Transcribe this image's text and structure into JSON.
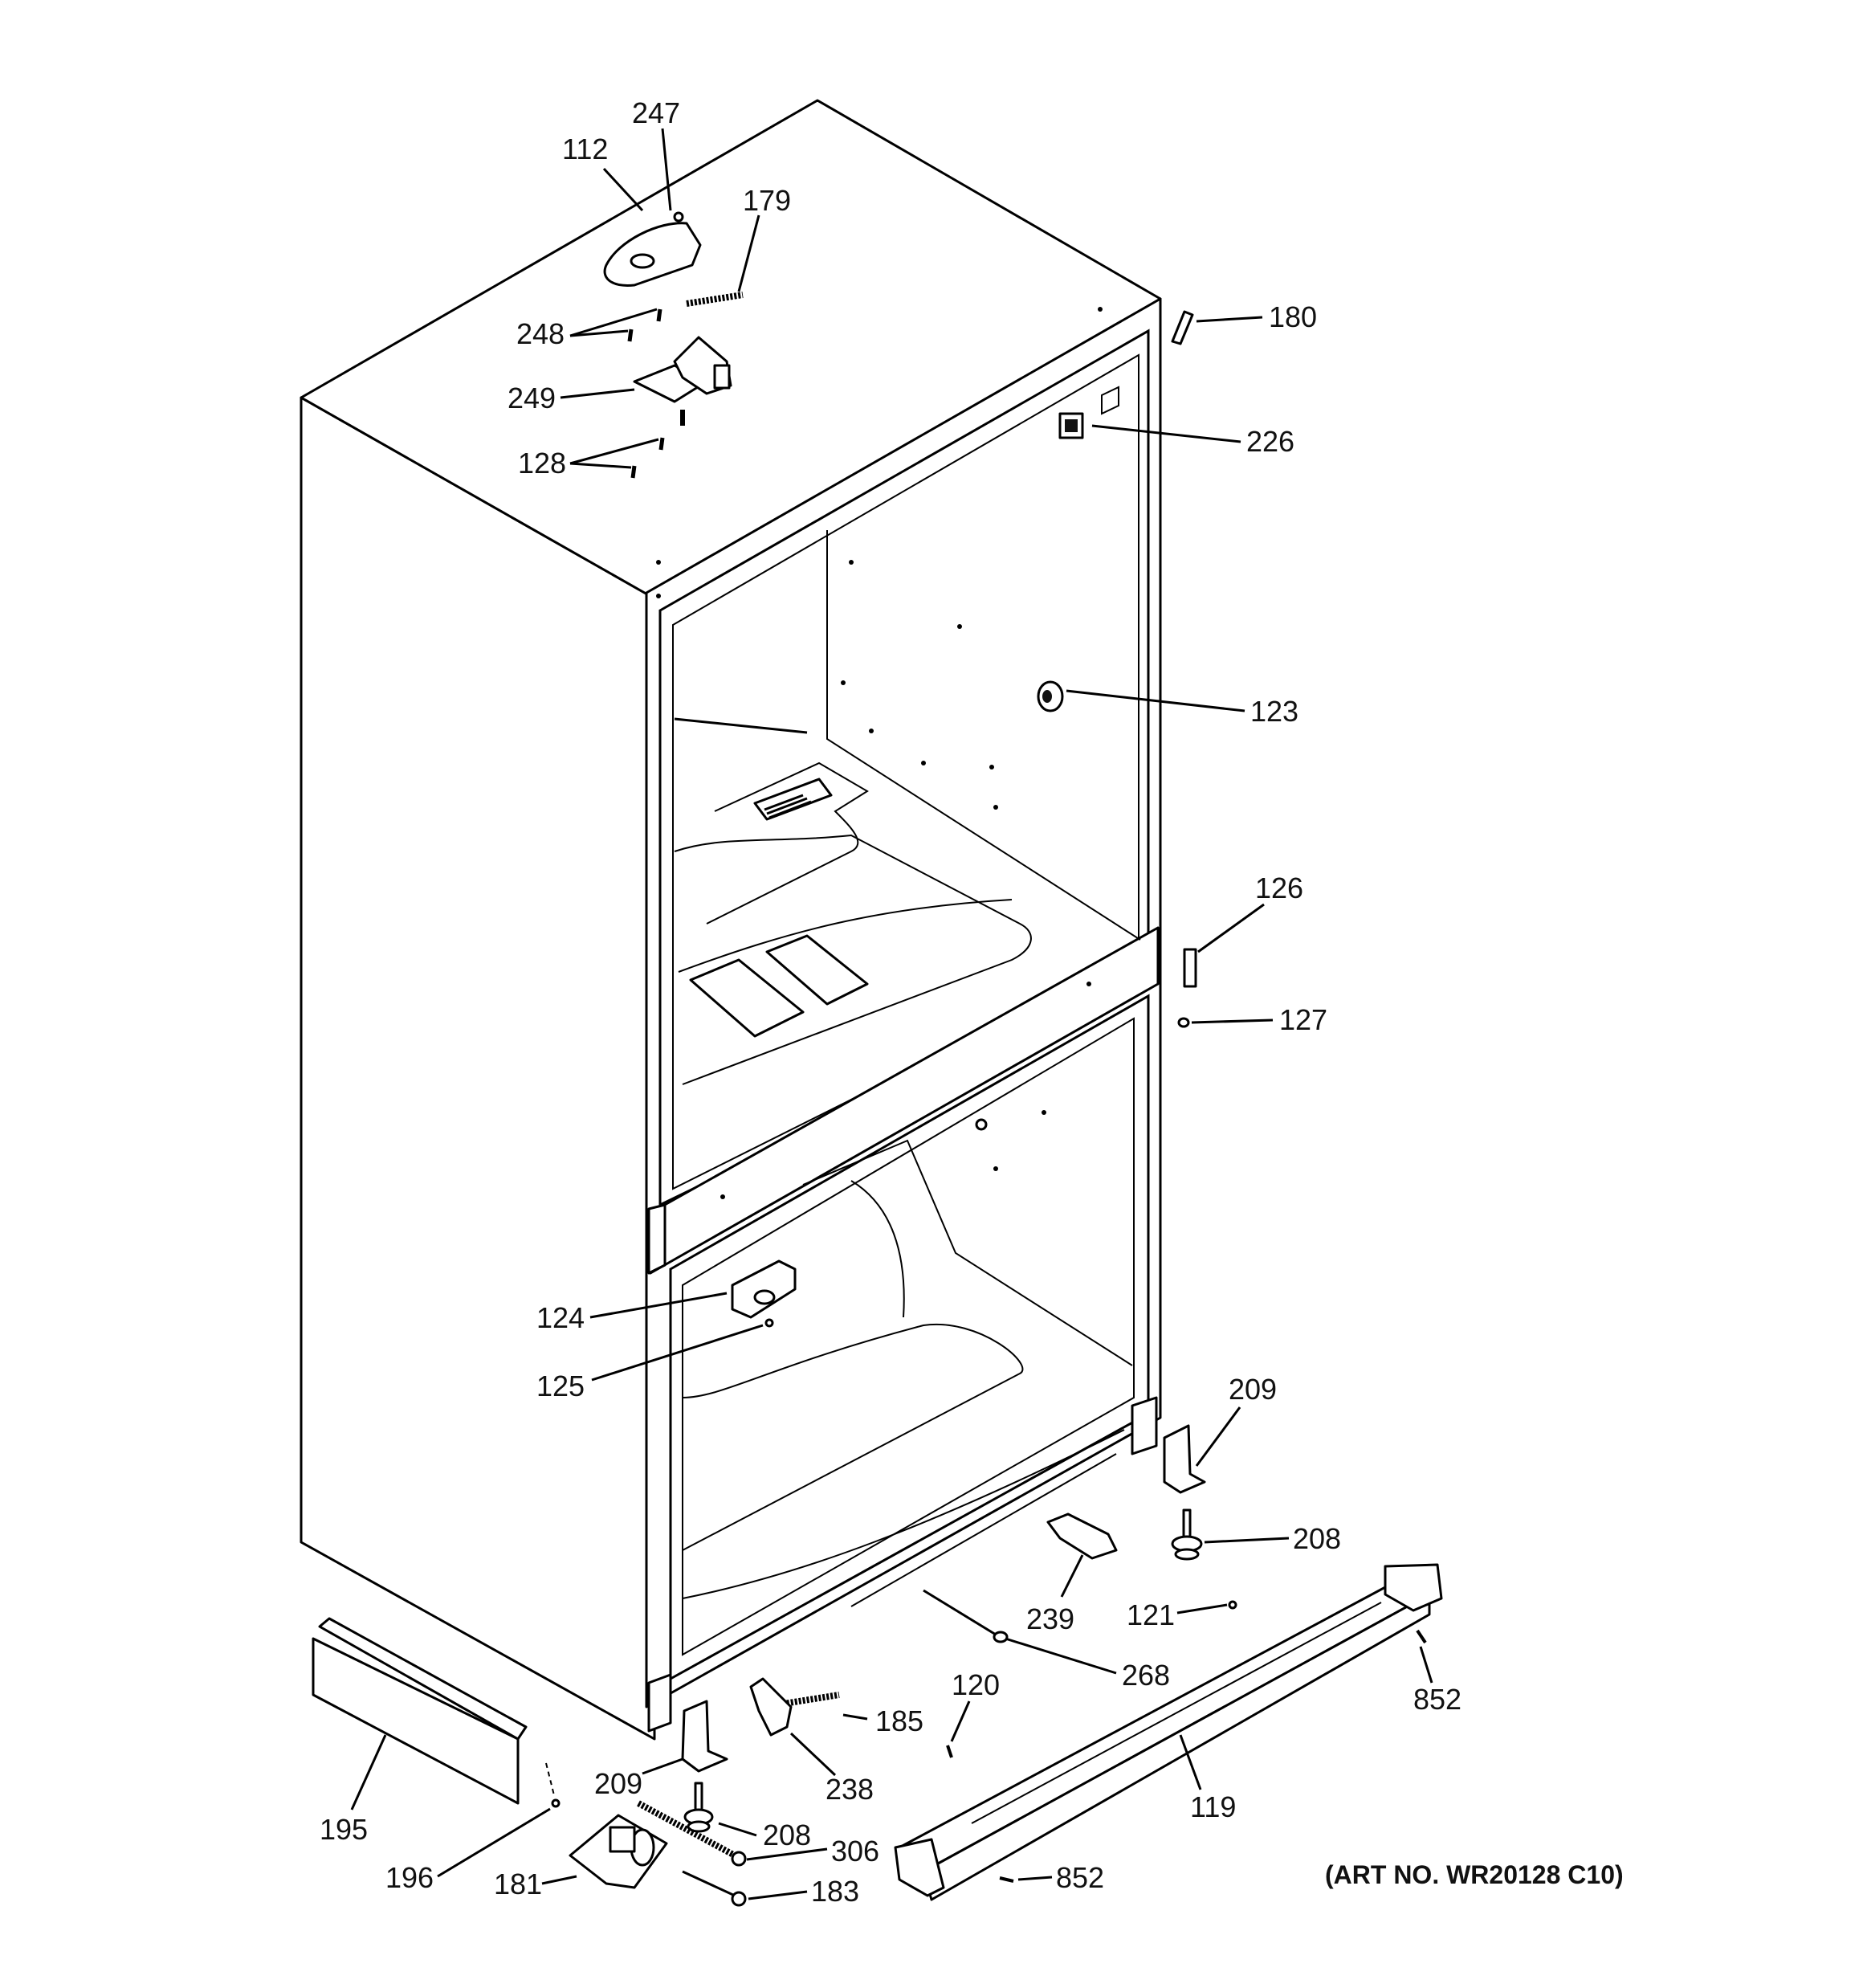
{
  "diagram": {
    "art_number": "(ART NO. WR20128 C10)",
    "callouts": [
      {
        "id": "c112",
        "label": "112"
      },
      {
        "id": "c247",
        "label": "247"
      },
      {
        "id": "c179",
        "label": "179"
      },
      {
        "id": "c180",
        "label": "180"
      },
      {
        "id": "c248",
        "label": "248"
      },
      {
        "id": "c249",
        "label": "249"
      },
      {
        "id": "c226",
        "label": "226"
      },
      {
        "id": "c128",
        "label": "128"
      },
      {
        "id": "c123",
        "label": "123"
      },
      {
        "id": "c126",
        "label": "126"
      },
      {
        "id": "c127",
        "label": "127"
      },
      {
        "id": "c124",
        "label": "124"
      },
      {
        "id": "c125",
        "label": "125"
      },
      {
        "id": "c209a",
        "label": "209"
      },
      {
        "id": "c208a",
        "label": "208"
      },
      {
        "id": "c239",
        "label": "239"
      },
      {
        "id": "c121",
        "label": "121"
      },
      {
        "id": "c268",
        "label": "268"
      },
      {
        "id": "c852a",
        "label": "852"
      },
      {
        "id": "c120",
        "label": "120"
      },
      {
        "id": "c185",
        "label": "185"
      },
      {
        "id": "c209b",
        "label": "209"
      },
      {
        "id": "c238",
        "label": "238"
      },
      {
        "id": "c119",
        "label": "119"
      },
      {
        "id": "c195",
        "label": "195"
      },
      {
        "id": "c208b",
        "label": "208"
      },
      {
        "id": "c306",
        "label": "306"
      },
      {
        "id": "c196",
        "label": "196"
      },
      {
        "id": "c181",
        "label": "181"
      },
      {
        "id": "c183",
        "label": "183"
      },
      {
        "id": "c852b",
        "label": "852"
      }
    ]
  }
}
